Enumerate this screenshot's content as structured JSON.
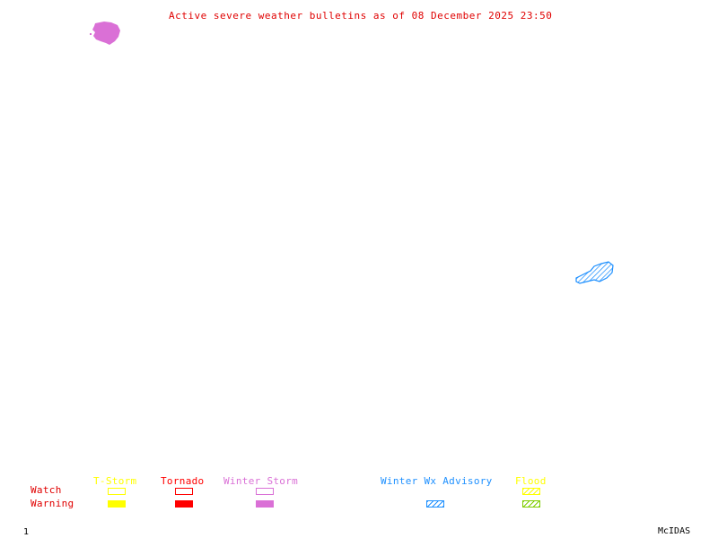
{
  "title": "Active severe weather bulletins as of 08 December 2025 23:50",
  "colors": {
    "title": "#e00000",
    "tstorm": "#ffff00",
    "tornado": "#ff0000",
    "winter_storm": "#da70d6",
    "winter_wx_advisory": "#1e90ff",
    "flood_watch": "#ffff00",
    "flood_warning": "#7fcd00",
    "row_labels": "#e00000"
  },
  "legend": {
    "rows": {
      "watch": "Watch",
      "warning": "Warning"
    },
    "categories": [
      {
        "key": "tstorm",
        "label": "T-Storm",
        "watch": "outline",
        "warning": "filled"
      },
      {
        "key": "tornado",
        "label": "Tornado",
        "watch": "outline",
        "warning": "filled"
      },
      {
        "key": "winter_storm",
        "label": "Winter Storm",
        "watch": "outline",
        "warning": "filled"
      },
      {
        "key": "winter_wx_advisory",
        "label": "Winter Wx Advisory",
        "watch": null,
        "warning": "hatched"
      },
      {
        "key": "flood",
        "label": "Flood",
        "watch": "hatched",
        "warning": "hatched"
      }
    ]
  },
  "map_features": [
    {
      "name": "winter-storm-warning-area",
      "type": "Winter Storm Warning",
      "style": "filled"
    },
    {
      "name": "winter-wx-advisory-area",
      "type": "Winter Wx Advisory",
      "style": "hatched"
    }
  ],
  "footer": {
    "frame_number": "1",
    "software": "McIDAS"
  }
}
